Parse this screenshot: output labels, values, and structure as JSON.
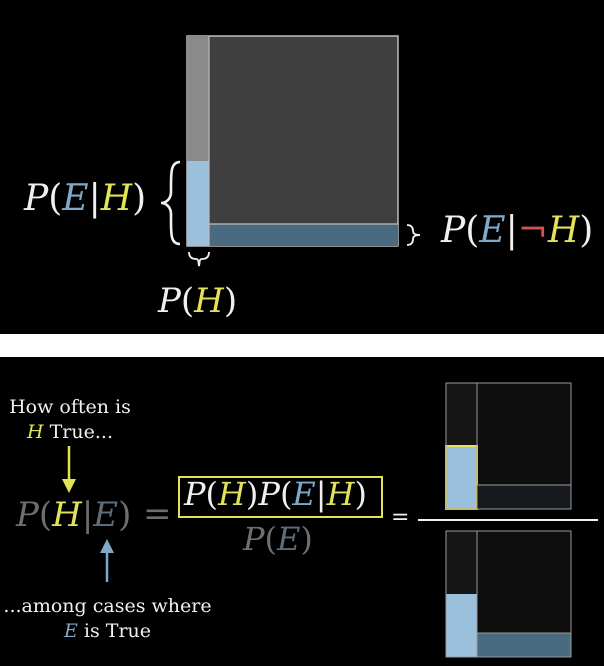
{
  "colors": {
    "hypothesis_yellow": "#e3e35a",
    "evidence_blue": "#7fa9c8",
    "not_red": "#d65050",
    "background": "#000000",
    "square_fill": "#3f3f3f"
  },
  "top": {
    "p_e_given_h": {
      "p": "P",
      "open": "(",
      "e": "E",
      "bar": "|",
      "h": "H",
      "close": ")"
    },
    "p_e_given_not_h": {
      "p": "P",
      "open": "(",
      "e": "E",
      "bar": "|",
      "neg": "¬",
      "h": "H",
      "close": ")"
    },
    "p_h": {
      "p": "P",
      "open": "(",
      "h": "H",
      "close": ")"
    }
  },
  "bottom": {
    "note_top": {
      "line1": "How often is",
      "var": "H",
      "line2_rest": "True..."
    },
    "note_bottom": {
      "line1": "...among cases where",
      "var": "E",
      "line2_rest": "is True"
    },
    "lhs": {
      "p": "P",
      "open": "(",
      "h": "H",
      "bar": "|",
      "e": "E",
      "close": ")"
    },
    "equals": "=",
    "numerator": {
      "p1": "P",
      "o1": "(",
      "h": "H",
      "c1": ")",
      "p2": "P",
      "o2": "(",
      "e": "E",
      "bar": "|",
      "h2": "H",
      "c2": ")"
    },
    "denominator": {
      "p": "P",
      "open": "(",
      "e": "E",
      "close": ")"
    },
    "equals2": "="
  }
}
